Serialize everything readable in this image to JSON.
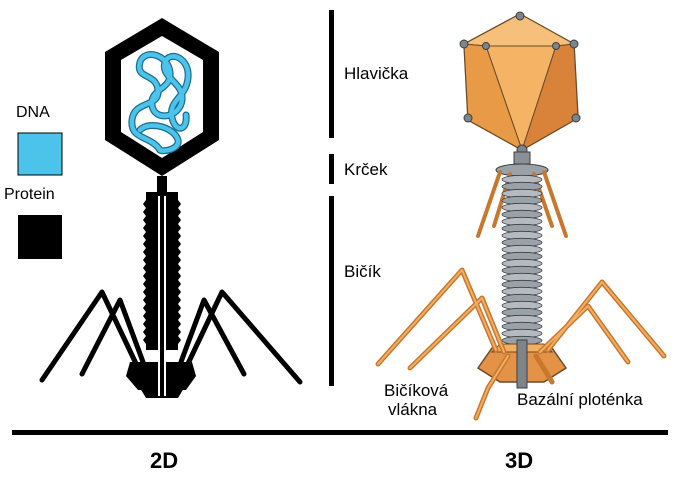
{
  "legend": {
    "dna_label": "DNA",
    "protein_label": "Protein",
    "dna_color": "#4cc3ea",
    "protein_color": "#000000"
  },
  "parts": {
    "head": "Hlavička",
    "neck": "Krček",
    "tail": "Bičík",
    "tail_fibers_line1": "Bičíková",
    "tail_fibers_line2": "vlákna",
    "baseplate": "Bazální ploténka"
  },
  "views": {
    "left": "2D",
    "right": "3D"
  },
  "colors": {
    "capsid_orange": "#f0a04c",
    "capsid_dark": "#c8782e",
    "tail_gray": "#9aa1a8",
    "tail_dark": "#5c6268",
    "outline": "#000000"
  }
}
